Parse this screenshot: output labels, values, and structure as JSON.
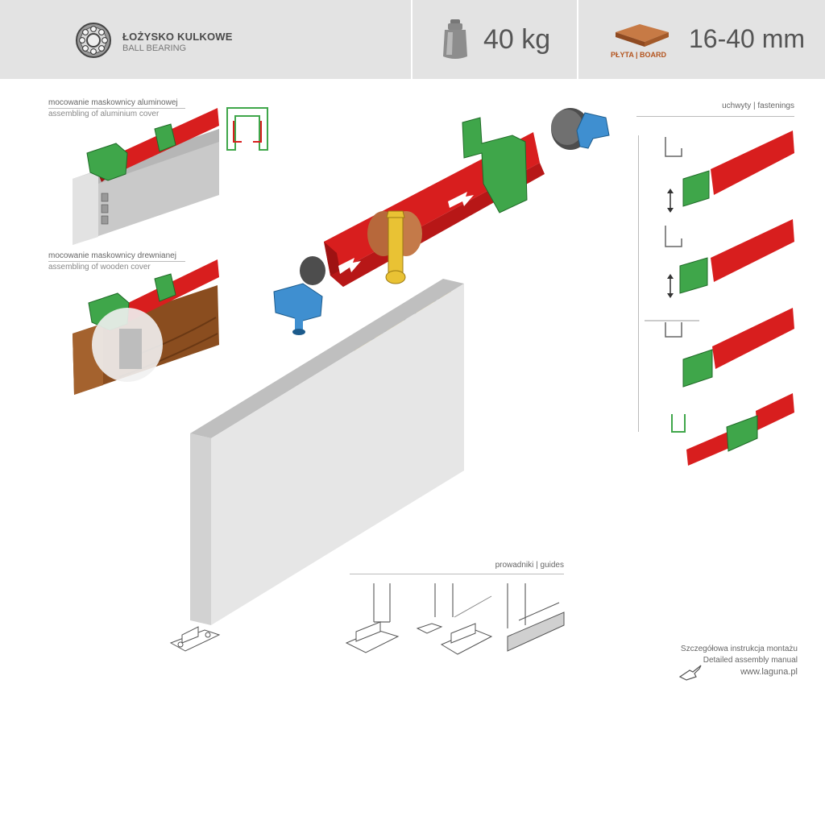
{
  "header": {
    "bearing_title": "ŁOŻYSKO KULKOWE",
    "bearing_subtitle": "BALL BEARING",
    "weight": "40 kg",
    "board_label": "PŁYTA | BOARD",
    "thickness_range": "16-40 mm"
  },
  "sections": {
    "aluminium_cover_pl": "mocowanie maskownicy aluminowej",
    "aluminium_cover_en": "assembling of aluminium cover",
    "wooden_cover_pl": "mocowanie maskownicy drewnianej",
    "wooden_cover_en": "assembling of wooden cover",
    "fastenings": "uchwyty | fastenings",
    "guides": "prowadniki | guides"
  },
  "footer": {
    "manual_pl": "Szczegółowa instrukcja montażu",
    "manual_en": "Detailed assembly manual",
    "website": "www.laguna.pl"
  },
  "colors": {
    "rail": "#d81e1e",
    "bracket": "#3fa64a",
    "end_stop": "#3f8fd0",
    "hanger": "#e9c234",
    "door": "#e6e6e6",
    "wood": "#8a4d1f"
  }
}
